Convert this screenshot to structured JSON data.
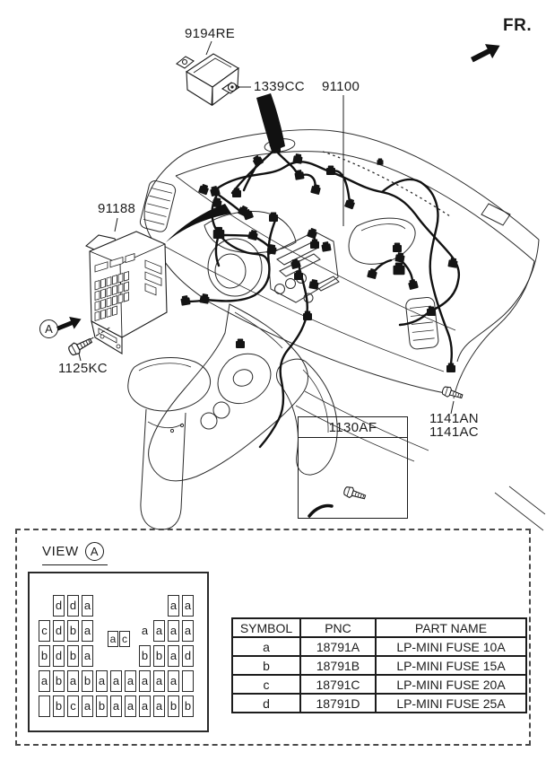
{
  "labels": {
    "fr": "FR.",
    "part_9194re": "9194RE",
    "part_1339cc": "1339CC",
    "part_91100": "91100",
    "part_91188": "91188",
    "part_1125kc": "1125KC",
    "part_1130af": "1130AF",
    "part_1141an": "1141AN",
    "part_1141ac": "1141AC",
    "a_marker": "A",
    "view": "VIEW"
  },
  "icons": {
    "fr_arrow": "ne-solid-arrow",
    "view_a_arrow": "ne-solid-arrow",
    "bolt": "hex-bolt",
    "screw": "round-screw"
  },
  "colors": {
    "ink": "#1c1c1c",
    "bg": "#ffffff",
    "dash_border": "#4a4a4a"
  },
  "fuse_layout": {
    "rows": [
      [
        null,
        "d",
        "d",
        "a",
        null,
        null,
        null,
        null,
        null,
        "a",
        "a"
      ],
      [
        "c",
        "d",
        "b",
        "a",
        null,
        null,
        null,
        "~a",
        "a",
        "a",
        "a"
      ],
      [
        "b",
        "d",
        "b",
        "a",
        null,
        null,
        null,
        "b",
        "b",
        "a",
        "d"
      ],
      [
        "a",
        "b",
        "a",
        "b",
        "a",
        "a",
        "a",
        "a",
        "a",
        "a",
        ""
      ],
      [
        "",
        "b",
        "c",
        "a",
        "b",
        "a",
        "a",
        "a",
        "a",
        "b",
        "b"
      ]
    ],
    "inline_pair": [
      "a",
      "c"
    ]
  },
  "fuse_table": {
    "headers": [
      "SYMBOL",
      "PNC",
      "PART NAME"
    ],
    "rows": [
      [
        "a",
        "18791A",
        "LP-MINI FUSE 10A"
      ],
      [
        "b",
        "18791B",
        "LP-MINI FUSE 15A"
      ],
      [
        "c",
        "18791C",
        "LP-MINI FUSE 20A"
      ],
      [
        "d",
        "18791D",
        "LP-MINI FUSE 25A"
      ]
    ]
  }
}
